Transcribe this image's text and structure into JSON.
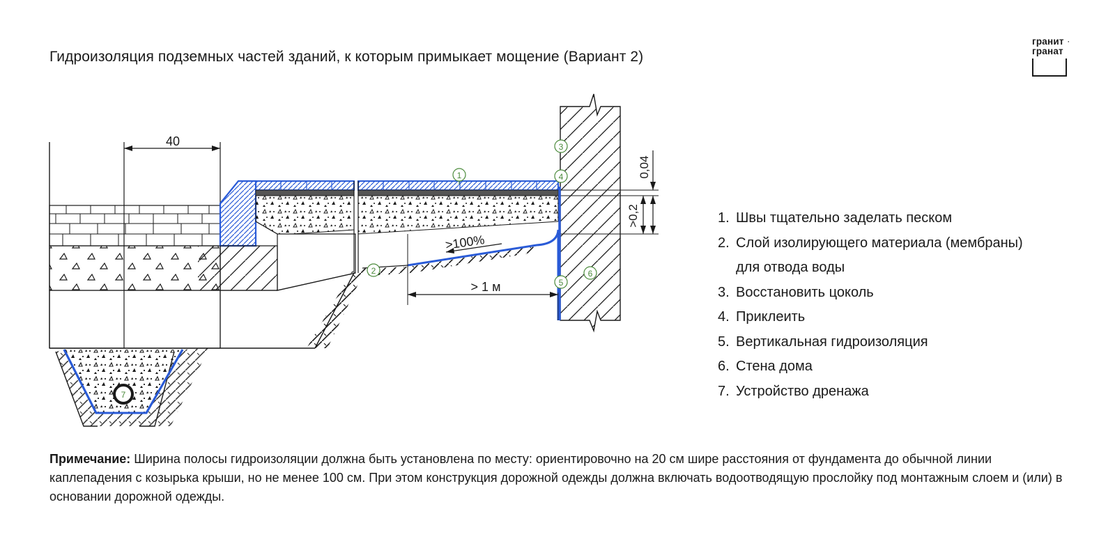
{
  "title": "Гидроизоляция подземных частей зданий,  к которым примыкает мощение (Вариант 2)",
  "logo": {
    "line1": "гранит",
    "line2": "гранат"
  },
  "diagram": {
    "dim_width": "40",
    "dim_top": "0,04",
    "dim_layer": ">0,2",
    "slope": ">100%",
    "dim_length": "> 1 м",
    "callouts": [
      "1",
      "2",
      "3",
      "4",
      "5",
      "6",
      "7"
    ]
  },
  "legend": [
    {
      "num": "1.",
      "text": "Швы тщательно заделать песком"
    },
    {
      "num": "2.",
      "text": "Слой изолирующего материала (мембраны)",
      "text2": "для отвода воды"
    },
    {
      "num": "3.",
      "text": "Восстановить цоколь"
    },
    {
      "num": "4.",
      "text": "Приклеить"
    },
    {
      "num": "5.",
      "text": "Вертикальная гидроизоляция"
    },
    {
      "num": "6.",
      "text": "Стена дома"
    },
    {
      "num": "7.",
      "text": "Устройство дренажа"
    }
  ],
  "note": {
    "label": "Примечание:",
    "text": " Ширина полосы гидроизоляции должна быть установлена по месту: ориентировочно на 20 см шире расстояния от фундамента до обычной линии каплепадения с козырька крыши, но не менее 100 см. При этом конструкция дорожной одежды должна включать водоотводящую прослойку под монтажным слоем и (или) в основании дорожной одежды."
  },
  "colors": {
    "membrane": "#2a5bd7",
    "line": "#1a1a1a",
    "callout": "#4a8a3a"
  }
}
